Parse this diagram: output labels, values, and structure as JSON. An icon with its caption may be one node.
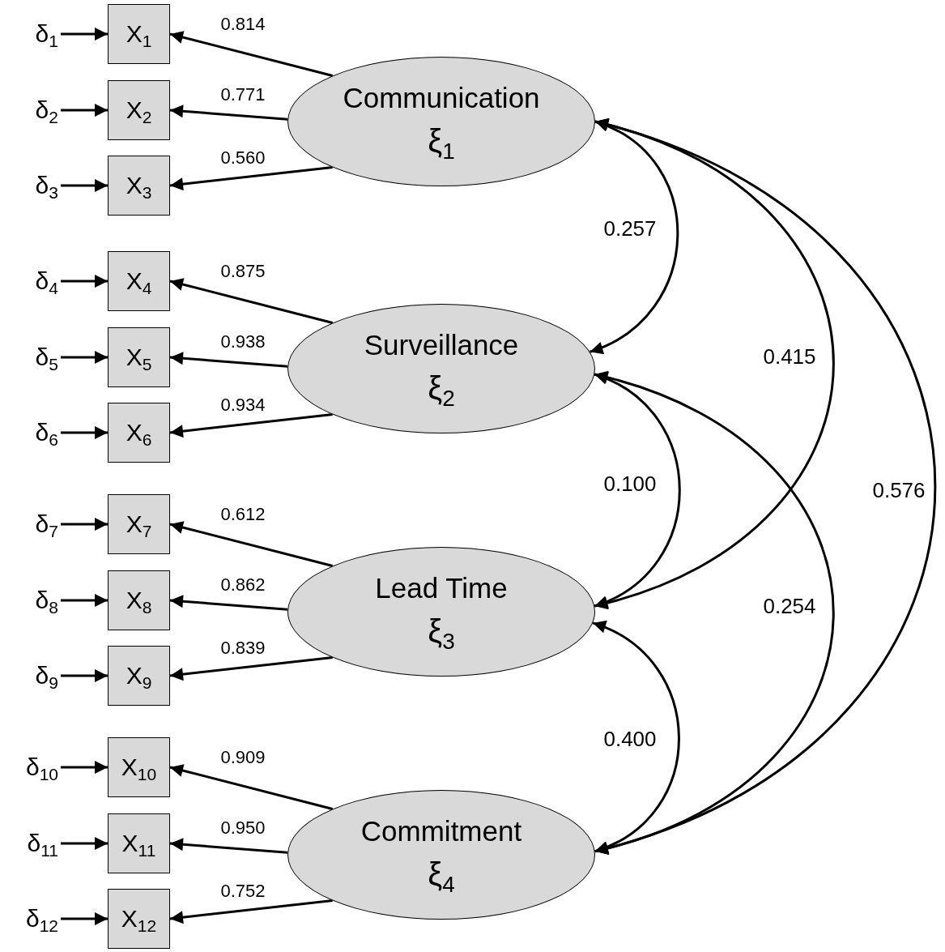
{
  "diagram": {
    "nodes": [
      {
        "text": [
          "δ$_{1}$"
        ]
      },
      {
        "text": [
          "δ$_{2}$"
        ]
      },
      {
        "text": [
          "δ$_{3}$"
        ]
      },
      {
        "text": [
          "X$_{1}$"
        ]
      },
      {
        "text": [
          "X$_{2}$"
        ]
      },
      {
        "text": [
          "X$_{3}$"
        ]
      },
      {
        "text": [
          "Communication",
          "ξ$_{1}$"
        ]
      },
      {
        "text": [
          "δ$_{4}$"
        ]
      },
      {
        "text": [
          "δ$_{5}$"
        ]
      },
      {
        "text": [
          "δ$_{6}$"
        ]
      },
      {
        "text": [
          "X$_{4}$"
        ]
      },
      {
        "text": [
          "X$_{5}$"
        ]
      },
      {
        "text": [
          "X$_{6}$"
        ]
      },
      {
        "text": [
          "Surveillance",
          "ξ$_{2}$"
        ]
      },
      {
        "text": [
          "δ$_{7}$"
        ]
      },
      {
        "text": [
          "δ$_{8}$"
        ]
      },
      {
        "text": [
          "δ$_{9}$"
        ]
      },
      {
        "text": [
          "X$_{7}$"
        ]
      },
      {
        "text": [
          "X$_{8}$"
        ]
      },
      {
        "text": [
          "X$_{9}$"
        ]
      },
      {
        "text": [
          "Lead Time",
          "ξ$_{3}$"
        ]
      },
      {
        "text": [
          "δ$_{10}$"
        ]
      },
      {
        "text": [
          "δ$_{11}$"
        ]
      },
      {
        "text": [
          "δ$_{12}$"
        ]
      },
      {
        "text": [
          "X$_{10}$"
        ]
      },
      {
        "text": [
          "X$_{11}$"
        ]
      },
      {
        "text": [
          "X$_{12}$"
        ]
      },
      {
        "text": [
          "Commitment",
          "ξ$_{4}$"
        ]
      }
    ],
    "edges": [
      {
        "from": 0,
        "to": 3,
        "arrow": "to"
      },
      {
        "from": 1,
        "to": 4,
        "arrow": "to"
      },
      {
        "from": 2,
        "to": 5,
        "arrow": "to"
      },
      {
        "from": 6,
        "to": 3,
        "arrow": "to",
        "label": "0.814"
      },
      {
        "from": 6,
        "to": 4,
        "arrow": "to",
        "label": "0.771"
      },
      {
        "from": 6,
        "to": 5,
        "arrow": "to",
        "label": "0.560"
      },
      {
        "from": 7,
        "to": 10,
        "arrow": "to"
      },
      {
        "from": 8,
        "to": 11,
        "arrow": "to"
      },
      {
        "from": 9,
        "to": 12,
        "arrow": "to"
      },
      {
        "from": 13,
        "to": 10,
        "arrow": "to",
        "label": "0.875"
      },
      {
        "from": 13,
        "to": 11,
        "arrow": "to",
        "label": "0.938"
      },
      {
        "from": 13,
        "to": 12,
        "arrow": "to",
        "label": "0.934"
      },
      {
        "from": 14,
        "to": 17,
        "arrow": "to"
      },
      {
        "from": 15,
        "to": 18,
        "arrow": "to"
      },
      {
        "from": 16,
        "to": 19,
        "arrow": "to"
      },
      {
        "from": 20,
        "to": 17,
        "arrow": "to",
        "label": "0.612"
      },
      {
        "from": 20,
        "to": 18,
        "arrow": "to",
        "label": "0.862"
      },
      {
        "from": 20,
        "to": 19,
        "arrow": "to",
        "label": "0.839"
      },
      {
        "from": 21,
        "to": 24,
        "arrow": "to"
      },
      {
        "from": 22,
        "to": 25,
        "arrow": "to"
      },
      {
        "from": 23,
        "to": 26,
        "arrow": "to"
      },
      {
        "from": 27,
        "to": 24,
        "arrow": "to",
        "label": "0.909"
      },
      {
        "from": 27,
        "to": 25,
        "arrow": "to",
        "label": "0.950"
      },
      {
        "from": 27,
        "to": 26,
        "arrow": "to",
        "label": "0.752"
      },
      {
        "from": 6,
        "to": 13,
        "arrow": "both",
        "label": "0.257"
      },
      {
        "from": 6,
        "to": 20,
        "arrow": "both",
        "label": "0.415"
      },
      {
        "from": 6,
        "to": 27,
        "arrow": "both",
        "label": "0.576"
      },
      {
        "from": 13,
        "to": 20,
        "arrow": "both",
        "label": "0.100"
      },
      {
        "from": 13,
        "to": 27,
        "arrow": "both",
        "label": "0.254"
      },
      {
        "from": 20,
        "to": 27,
        "arrow": "both",
        "label": "0.400"
      }
    ]
  }
}
